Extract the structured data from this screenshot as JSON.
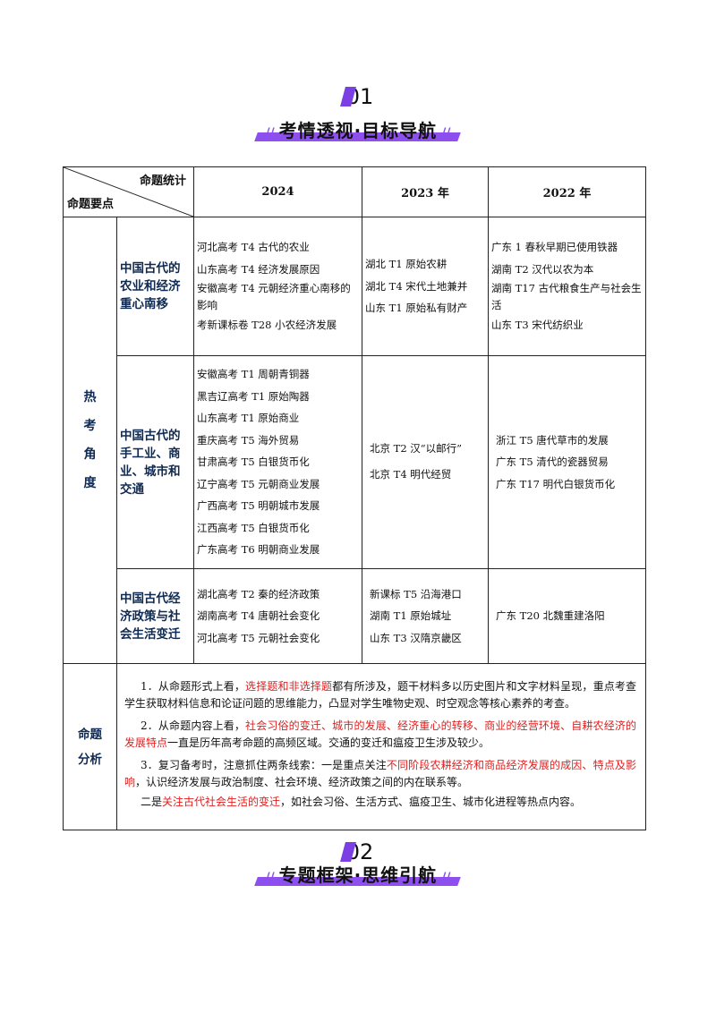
{
  "section1": {
    "number": "01",
    "title": "考情透视·目标导航"
  },
  "section2": {
    "number": "02",
    "title": "专题框架·思维引航"
  },
  "table": {
    "corner_top": "命题统计",
    "corner_bottom": "命题要点",
    "years": [
      "2024",
      "2023 年",
      "2022 年"
    ],
    "hot_label": [
      "热",
      "考",
      "角",
      "度"
    ],
    "topics": [
      {
        "name": "中国古代的农业和经济重心南移",
        "y2024": [
          "河北高考 T4 古代的农业",
          "山东高考 T4 经济发展原因",
          "安徽高考 T4 元朝经济重心南移的影响",
          "考新课标卷 T28 小农经济发展"
        ],
        "y2023": [
          "湖北 T1 原始农耕",
          "湖北 T4 宋代土地兼并",
          "山东 T1 原始私有财产"
        ],
        "y2022": [
          "广东 1 春秋早期已使用铁器",
          "湖南 T2 汉代以农为本",
          "湖南 T17 古代粮食生产与社会生活",
          "山东 T3 宋代纺织业"
        ]
      },
      {
        "name": "中国古代的手工业、商业、城市和交通",
        "y2024": [
          "安徽高考 T1 周朝青铜器",
          "黑吉辽高考 T1 原始陶器",
          "山东高考 T1 原始商业",
          "重庆高考 T5 海外贸易",
          "甘肃高考 T5 白银货币化",
          "辽宁高考 T5 元朝商业发展",
          "广西高考 T5 明朝城市发展",
          "江西高考 T5 白银货币化",
          "广东高考 T6 明朝商业发展"
        ],
        "y2023": [
          "北京 T2 汉“以邮行”",
          "北京 T4 明代经贸"
        ],
        "y2022": [
          "浙江 T5 唐代草市的发展",
          "广东 T5 清代的瓷器贸易",
          "广东 T17 明代白银货币化"
        ]
      },
      {
        "name": "中国古代经济政策与社会生活变迁",
        "y2024": [
          "湖北高考 T2 秦的经济政策",
          "湖南高考 T4 唐朝社会变化",
          "河北高考 T5 元朝社会变化"
        ],
        "y2023": [
          "新课标 T5 沿海港口",
          "湖南 T1 原始城址",
          "山东 T3 汉隋京畿区"
        ],
        "y2022": [
          "广东 T20 北魏重建洛阳"
        ]
      }
    ],
    "analysis_label": [
      "命题",
      "分析"
    ],
    "analysis": {
      "p1_a": "1．从命题形式上看，",
      "p1_red": "选择题和非选择题",
      "p1_b": "都有所涉及，题干材料多以历史图片和文字材料呈现，重点考查学生获取材料信息和论证问题的思维能力，凸显对学生唯物史观、时空观念等核心素养的考查。",
      "p2_a": "2．从命题内容上看，",
      "p2_red": "社会习俗的变迁、城市的发展、经济重心的转移、商业的经营环境、自耕农经济的发展特点",
      "p2_b": "一直是历年高考命题的高频区域。交通的变迁和瘟疫卫生涉及较少。",
      "p3_a": "3．复习备考时，注意抓住两条线索：一是重点关注",
      "p3_red": "不同阶段农耕经济和商品经济发展的成因、特点及影响",
      "p3_b": "，认识经济发展与政治制度、社会环境、经济政策之间的内在联系等。",
      "p4_a": "二是",
      "p4_red": "关注古代社会生活的变迁",
      "p4_b": "，如社会习俗、生活方式、瘟疫卫生、城市化进程等热点内容。"
    }
  }
}
